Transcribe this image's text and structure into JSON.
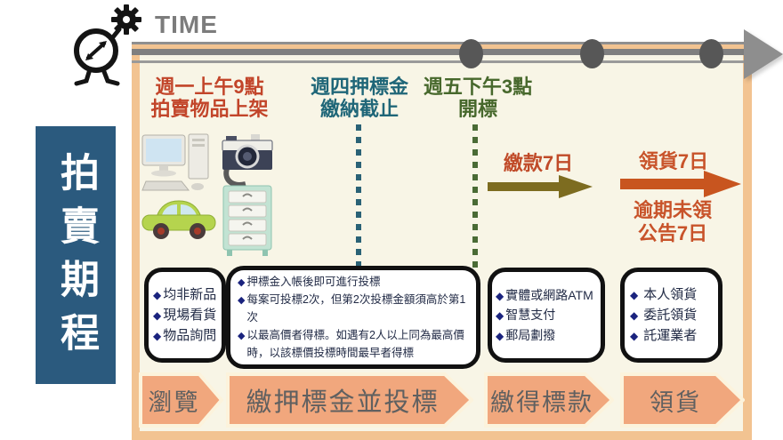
{
  "header": {
    "time_label": "TIME"
  },
  "sidebar": {
    "title": "拍賣期程"
  },
  "ui": {
    "bullet": "◆"
  },
  "timeline": {
    "milestones": [
      {
        "line1": "週一上午9點",
        "line2": "拍賣物品上架"
      },
      {
        "line1": "週四押標金",
        "line2": "繳納截止"
      },
      {
        "line1": "週五下午3點",
        "line2": "開標"
      }
    ],
    "node_count": 3
  },
  "durations": {
    "payment": {
      "label": "繳款7日"
    },
    "pickup": {
      "label": "領貨7日",
      "overdue_line1": "逾期未領",
      "overdue_line2": "公告7日"
    }
  },
  "items_illustration": [
    "desktop-computer",
    "camera",
    "car",
    "drawer-cabinet"
  ],
  "info_boxes": [
    {
      "items": [
        "均非新品",
        "現場看貨",
        "物品詢問"
      ]
    },
    {
      "items": [
        "押標金入帳後即可進行投標",
        "每案可投標2次，但第2次投標金額須高於第1次",
        "以最高價者得標。如遇有2人以上同為最高價時，以該標價投標時間最早者得標"
      ]
    },
    {
      "items": [
        "實體或網路ATM",
        "智慧支付",
        "郵局劃撥"
      ]
    },
    {
      "items": [
        "本人領貨",
        "委託領貨",
        "託運業者"
      ]
    }
  ],
  "process_steps": [
    "瀏覽",
    "繳押標金並投標",
    "繳得標款",
    "領貨"
  ],
  "colors": {
    "panel_border": "#f2c391",
    "panel_bg": "#f8f5e6",
    "sidebar_bg": "#2b5a7e",
    "milestone_red": "#c2452a",
    "milestone_teal": "#1f6678",
    "milestone_green": "#47682c",
    "payment_arrow": "#7d6c20",
    "pickup_arrow": "#c8551f",
    "step_arrow_fill": "#f1a77d",
    "timeline_gray": "#8a8a8a",
    "node_gray": "#575757",
    "bullet_navy": "#1a237e"
  }
}
